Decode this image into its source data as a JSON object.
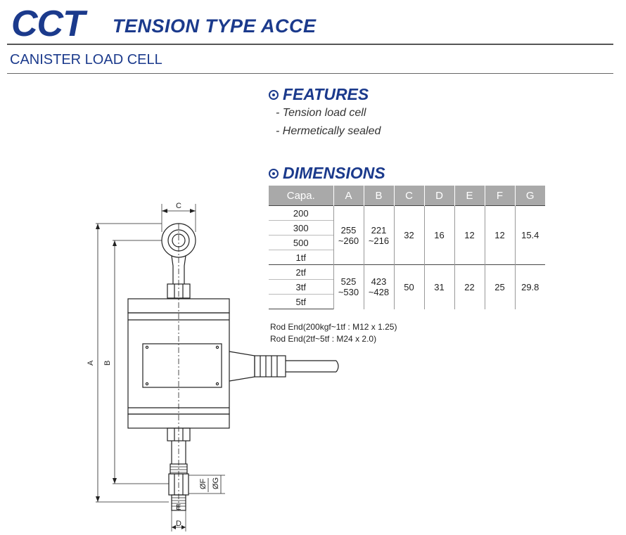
{
  "header": {
    "brand": "CCT",
    "title": "TENSION TYPE ACCE",
    "subtitle": "CANISTER LOAD CELL"
  },
  "features": {
    "heading": "FEATURES",
    "items": [
      "- Tension load cell",
      "- Hermetically sealed"
    ]
  },
  "dimensions": {
    "heading": "DIMENSIONS",
    "columns": [
      "Capa.",
      "A",
      "B",
      "C",
      "D",
      "E",
      "F",
      "G"
    ],
    "groups": [
      {
        "capacities": [
          "200",
          "300",
          "500",
          "1tf"
        ],
        "A": "255\n~260",
        "B": "221\n~216",
        "C": "32",
        "D": "16",
        "E": "12",
        "F": "12",
        "G": "15.4"
      },
      {
        "capacities": [
          "2tf",
          "3tf",
          "5tf"
        ],
        "A": "525\n~530",
        "B": "423\n~428",
        "C": "50",
        "D": "31",
        "E": "22",
        "F": "25",
        "G": "29.8"
      }
    ],
    "notes": [
      "Rod End(200kgf~1tf : M12 x 1.25)",
      "Rod End(2tf~5tf : M24 x 2.0)"
    ]
  },
  "drawing": {
    "labels": {
      "A": "A",
      "B": "B",
      "C": "C",
      "D": "D",
      "E": "E",
      "F": "ØF",
      "G": "ØG"
    }
  }
}
